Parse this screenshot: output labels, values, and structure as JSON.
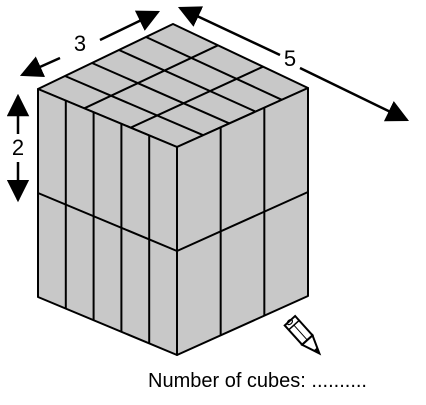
{
  "figure": {
    "dimensions": {
      "depth": {
        "label": "3",
        "count": 3
      },
      "length": {
        "label": "5",
        "count": 5
      },
      "height": {
        "label": "2",
        "count": 2
      }
    },
    "colors": {
      "cube_face": "#c8c8c8",
      "edge": "#000000"
    },
    "icons": [
      "pencil-icon"
    ]
  },
  "prompt": {
    "label": "Number of cubes:",
    "blank": ".........."
  }
}
